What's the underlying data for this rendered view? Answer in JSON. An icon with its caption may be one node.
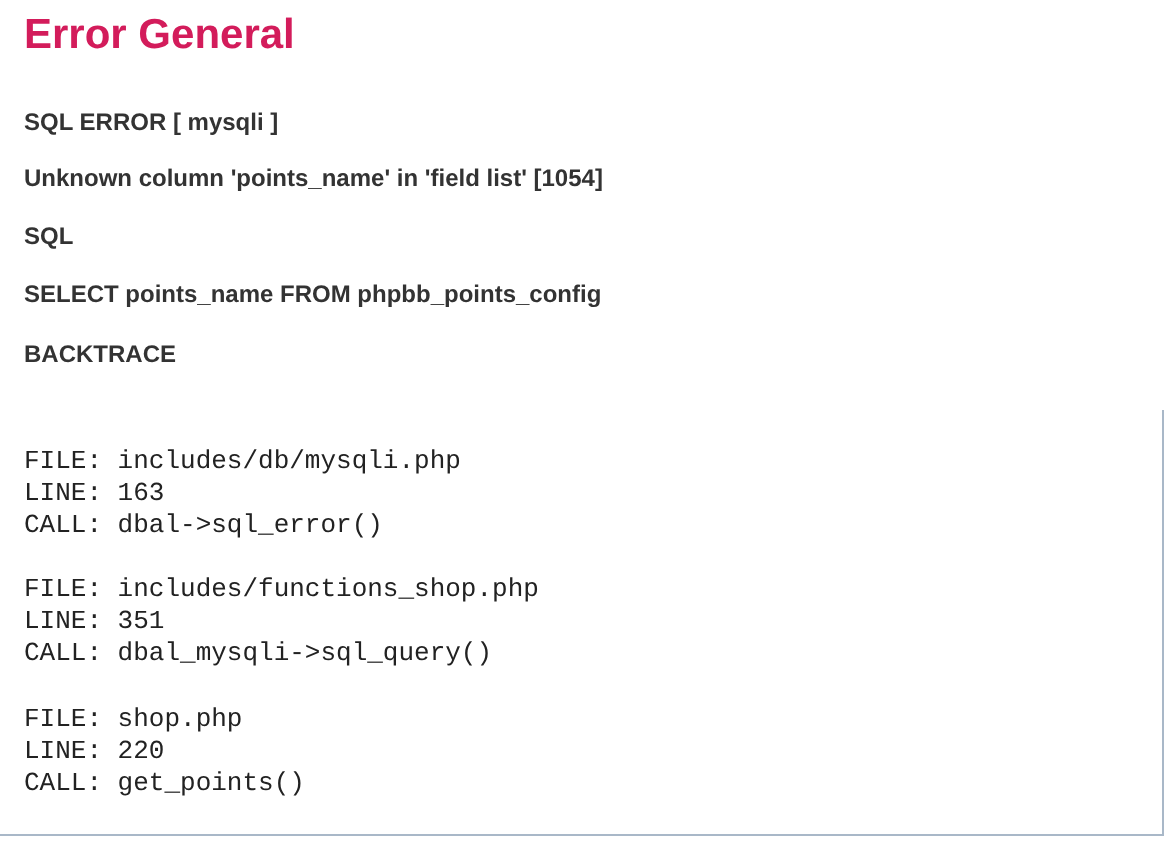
{
  "diagram": {
    "title": "Error General",
    "labels": [
      "SQL ERROR [ mysqli ]",
      "Unknown column 'points_name' in 'field list' [1054]",
      "SQL",
      "SELECT points_name FROM phpbb_points_config",
      "BACKTRACE",
      "FILE: includes/db/mysqli.php",
      "LINE: 163",
      "CALL: dbal->sql_error()",
      "FILE: includes/functions_shop.php",
      "LINE: 351",
      "CALL: dbal_mysqli->sql_query()",
      "FILE: shop.php",
      "LINE: 220",
      "CALL: get_points()"
    ]
  }
}
